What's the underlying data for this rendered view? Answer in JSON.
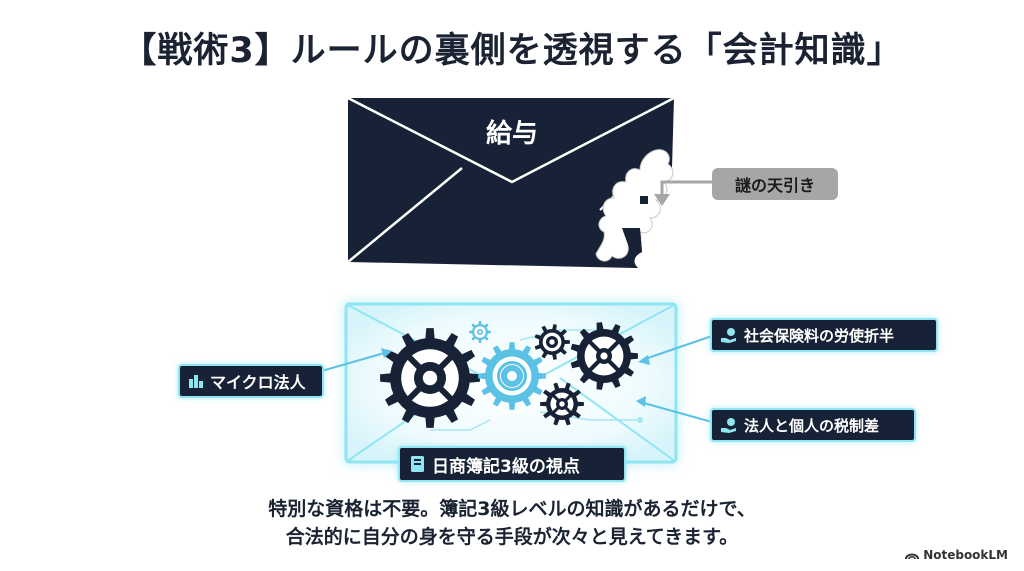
{
  "title": "【戦術3】ルールの裏側を透視する「会計知識」",
  "envelope": {
    "label": "給与",
    "callout": "謎の天引き"
  },
  "labels": {
    "micro_corp": "マイクロ法人",
    "social_insurance": "社会保険料の労使折半",
    "tax_diff": "法人と個人の税制差",
    "bookkeeping": "日商簿記3級の視点"
  },
  "caption": {
    "line1": "特別な資格は不要。簿記3級レベルの知識があるだけで、",
    "line2": "合法的に自分の身を守る手段が次々と見えてきます。"
  },
  "brand": "NotebookLM",
  "icons": {
    "micro_corp": "building-icon",
    "social_insurance": "hand-coin-icon",
    "tax_diff": "hand-coin-icon",
    "bookkeeping": "book-icon",
    "brand": "notebooklm-logo-icon"
  },
  "colors": {
    "navy": "#172236",
    "glow": "#8fe6f2",
    "accent": "#5bc2e6",
    "gray": "#a6a6a6"
  }
}
